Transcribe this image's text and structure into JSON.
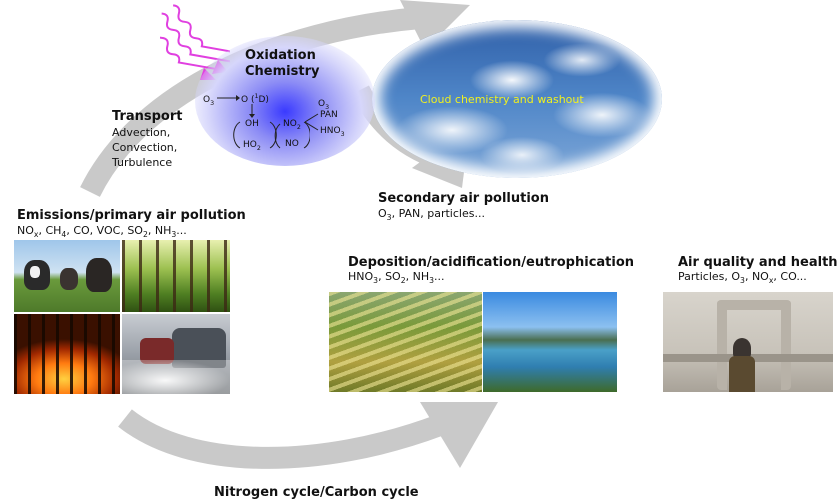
{
  "oxidation": {
    "title_line1": "Oxidation",
    "title_line2": "Chemistry",
    "o3": "O",
    "o1d": "O (",
    "o1d_sup": "1",
    "o1d_end": "D)",
    "oh": "OH",
    "ho2": "HO",
    "no2": "NO",
    "no": "NO",
    "o2": "O",
    "pan": "PAN",
    "hno3": "HNO",
    "sub2": "2",
    "sub3": "3"
  },
  "transport": {
    "title": "Transport",
    "items": [
      "Advection,",
      "Convection,",
      "Turbulence"
    ]
  },
  "cloud": {
    "label": "Cloud chemistry and washout"
  },
  "secondary": {
    "title": "Secondary air pollution",
    "o": "O",
    "rest": ", PAN, particles..."
  },
  "emissions": {
    "title": "Emissions/primary air pollution",
    "species": [
      {
        "base": "NO",
        "sub": "x",
        "sep": ", "
      },
      {
        "base": "CH",
        "sub": "4",
        "sep": ", "
      },
      {
        "base": "CO",
        "sub": "",
        "sep": ", "
      },
      {
        "base": "VOC",
        "sub": "",
        "sep": ", "
      },
      {
        "base": "SO",
        "sub": "2",
        "sep": ", "
      },
      {
        "base": "NH",
        "sub": "3",
        "sep": "..."
      }
    ]
  },
  "deposition": {
    "title": "Deposition/acidification/eutrophication",
    "species": [
      {
        "base": "HNO",
        "sub": "3",
        "sep": ", "
      },
      {
        "base": "SO",
        "sub": "2",
        "sep": ", "
      },
      {
        "base": "NH",
        "sub": "3",
        "sep": "..."
      }
    ]
  },
  "health": {
    "title": "Air quality and health",
    "species": [
      {
        "base": "Particles",
        "sub": "",
        "sep": ", "
      },
      {
        "base": "O",
        "sub": "3",
        "sep": ", "
      },
      {
        "base": "NO",
        "sub": "x",
        "sep": ", "
      },
      {
        "base": "CO",
        "sub": "",
        "sep": "..."
      }
    ]
  },
  "cycle": {
    "label": "Nitrogen cycle/Carbon cycle"
  },
  "colors": {
    "arrow": "#c9c9c9",
    "sunlight": "#e040e0",
    "oxidation_glow": "#3a3aff",
    "cloud_text": "#f0f020"
  }
}
